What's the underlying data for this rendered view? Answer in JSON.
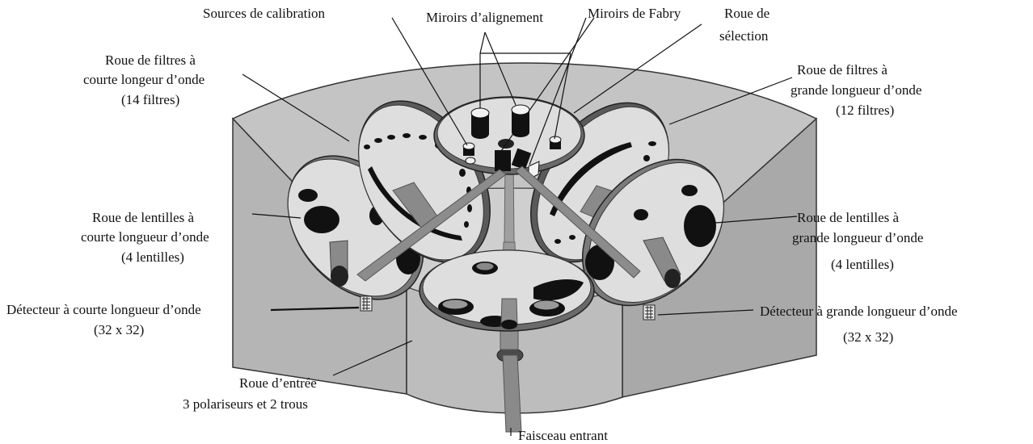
{
  "labels": {
    "sources_calibration": "Sources de calibration",
    "miroirs_alignement": "Miroirs d’alignement",
    "miroirs_fabry": "Miroirs de Fabry",
    "roue_selection_1": "Roue de",
    "roue_selection_2": "sélection",
    "filtres_courte_1": "Roue de filtres à",
    "filtres_courte_2": "courte longeur d’onde",
    "filtres_courte_3": "(14 filtres)",
    "filtres_grande_1": "Roue de filtres à",
    "filtres_grande_2": "grande longueur d’onde",
    "filtres_grande_3": "(12 filtres)",
    "lentilles_courte_1": "Roue de lentilles à",
    "lentilles_courte_2": "courte longueur d’onde",
    "lentilles_courte_3": "(4 lentilles)",
    "lentilles_grande_1": "Roue de lentilles à",
    "lentilles_grande_2": "grande longueur d’onde",
    "lentilles_grande_3": "(4 lentilles)",
    "detecteur_courte_1": "Détecteur à courte longueur d’onde",
    "detecteur_courte_2": "(32 x 32)",
    "detecteur_grande_1": "Détecteur à grande longueur d’onde",
    "detecteur_grande_2": "(32 x 32)",
    "roue_entree_1": "Roue d’entrée",
    "roue_entree_2": "3 polariseurs et 2 trous",
    "faisceau": "Faisceau entrant"
  },
  "colors": {
    "housing_top": "#c4c4c4",
    "housing_front": "#b3b3b3",
    "housing_side": "#a9a9a9",
    "wheel_face": "#dedede",
    "wheel_rim": "#555555",
    "beam": "#8a8a8a",
    "dark": "#111111"
  }
}
